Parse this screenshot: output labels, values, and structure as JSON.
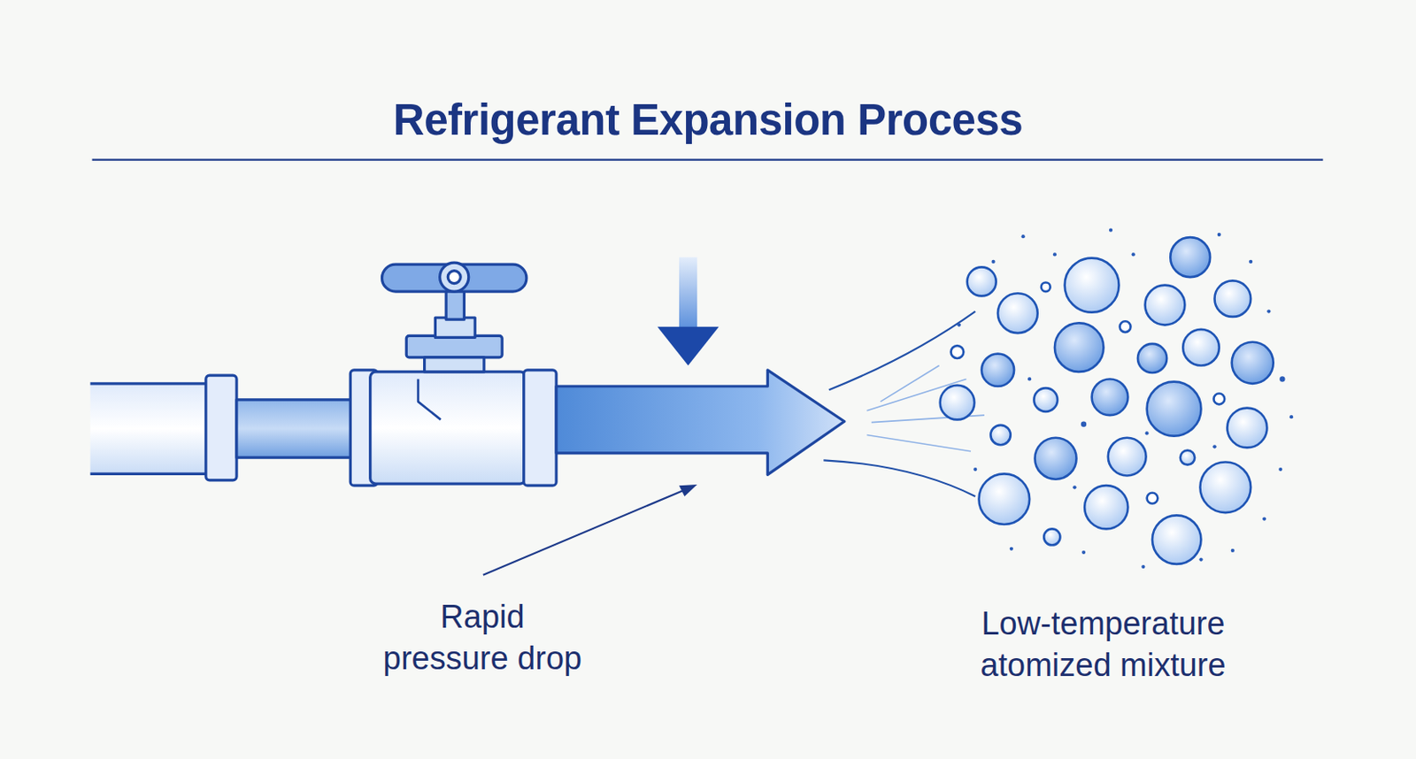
{
  "diagram": {
    "title": "Refrigerant Expansion Process",
    "labels": [
      "Rapid pressure drop",
      "Low-temperature atomized mixture"
    ]
  }
}
